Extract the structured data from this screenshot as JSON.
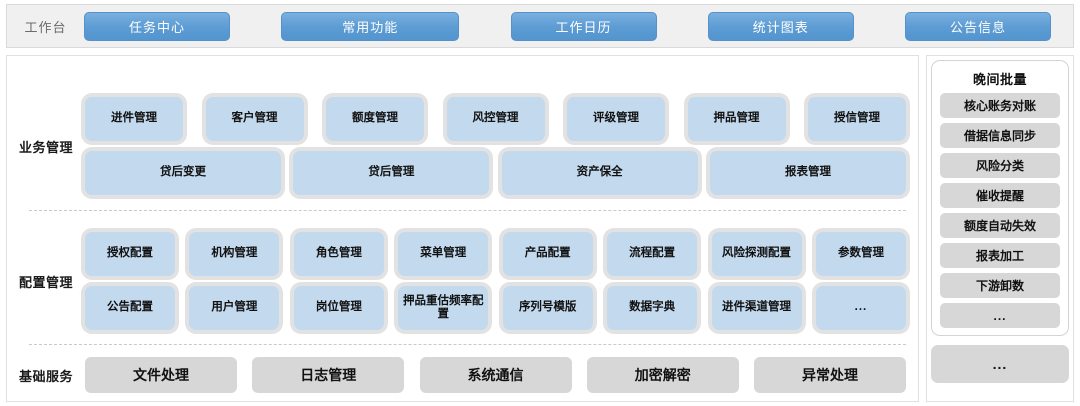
{
  "topbar": {
    "label": "工作台",
    "tabs": [
      {
        "label": "任务中心"
      },
      {
        "label": "常用功能"
      },
      {
        "label": "工作日历"
      },
      {
        "label": "统计图表"
      },
      {
        "label": "公告信息"
      }
    ]
  },
  "sections": [
    {
      "label": "业务管理",
      "rows": [
        [
          {
            "label": "进件管理"
          },
          {
            "label": "客户管理"
          },
          {
            "label": "额度管理"
          },
          {
            "label": "风控管理"
          },
          {
            "label": "评级管理"
          },
          {
            "label": "押品管理"
          },
          {
            "label": "授信管理"
          }
        ],
        [
          {
            "label": "贷后变更"
          },
          {
            "label": "贷后管理"
          },
          {
            "label": "资产保全"
          },
          {
            "label": "报表管理"
          }
        ]
      ]
    },
    {
      "label": "配置管理",
      "rows": [
        [
          {
            "label": "授权配置"
          },
          {
            "label": "机构管理"
          },
          {
            "label": "角色管理"
          },
          {
            "label": "菜单管理"
          },
          {
            "label": "产品配置"
          },
          {
            "label": "流程配置"
          },
          {
            "label": "风险探测配置"
          },
          {
            "label": "参数管理"
          }
        ],
        [
          {
            "label": "公告配置"
          },
          {
            "label": "用户管理"
          },
          {
            "label": "岗位管理"
          },
          {
            "label": "押品重估频率配置"
          },
          {
            "label": "序列号模版"
          },
          {
            "label": "数据字典"
          },
          {
            "label": "进件渠道管理"
          },
          {
            "label": "..."
          }
        ]
      ]
    },
    {
      "label": "基础服务",
      "rows": [
        [
          {
            "label": "文件处理"
          },
          {
            "label": "日志管理"
          },
          {
            "label": "系统通信"
          },
          {
            "label": "加密解密"
          },
          {
            "label": "异常处理"
          }
        ]
      ]
    }
  ],
  "sidebar": {
    "title": "晚间批量",
    "items": [
      {
        "label": "核心账务对账"
      },
      {
        "label": "借据信息同步"
      },
      {
        "label": "风险分类"
      },
      {
        "label": "催收提醒"
      },
      {
        "label": "额度自动失效"
      },
      {
        "label": "报表加工"
      },
      {
        "label": "下游卸数"
      },
      {
        "label": "..."
      }
    ],
    "extra": {
      "label": "..."
    }
  },
  "colors": {
    "tab_blue": "#5d9cd4",
    "chip_blue": "#c3d9ee",
    "chip_grey": "#d7d7d7",
    "panel_border": "#e0e0e0",
    "topbar_bg": "#f0f0f0"
  }
}
